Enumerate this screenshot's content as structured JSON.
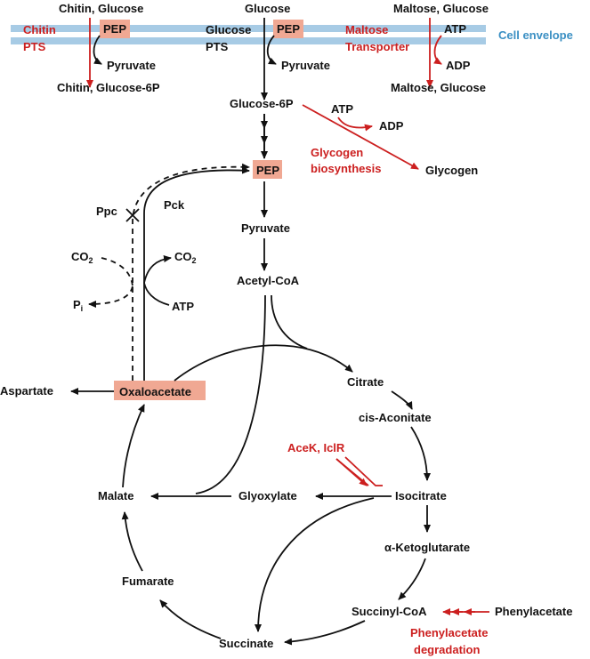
{
  "envelope": {
    "label": "Cell envelope"
  },
  "colors": {
    "membrane": "#a7cbe5",
    "highlight": "#f0a893",
    "enzyme": "#cc1f1f",
    "envelope_text": "#3a8fc3"
  },
  "transport": {
    "chitin_pts": {
      "inputs": "Chitin, Glucose",
      "enzyme_line1": "Chitin",
      "enzyme_line2": "PTS",
      "pep": "PEP",
      "pyruvate": "Pyruvate",
      "outputs": "Chitin, Glucose-6P"
    },
    "glucose_pts": {
      "input": "Glucose",
      "system_line1": "Glucose",
      "system_line2": "PTS",
      "pep": "PEP",
      "pyruvate": "Pyruvate"
    },
    "maltose": {
      "inputs": "Maltose, Glucose",
      "enzyme_line1": "Maltose",
      "enzyme_line2": "Transporter",
      "atp": "ATP",
      "adp": "ADP",
      "outputs": "Maltose, Glucose"
    }
  },
  "glycolysis": {
    "g6p": "Glucose-6P",
    "pep": "PEP",
    "pyruvate": "Pyruvate",
    "acetyl_coa": "Acetyl-CoA"
  },
  "glycogen": {
    "atp": "ATP",
    "adp": "ADP",
    "enzyme_line1": "Glycogen",
    "enzyme_line2": "biosynthesis",
    "product": "Glycogen"
  },
  "anaplerotic": {
    "ppc": "Ppc",
    "pck": "Pck",
    "co2_in_main": "CO",
    "co2_in_sub": "2",
    "co2_out_main": "CO",
    "co2_out_sub": "2",
    "pi_main": "P",
    "pi_sub": "i",
    "atp": "ATP"
  },
  "tca": {
    "aspartate": "Aspartate",
    "oxaloacetate": "Oxaloacetate",
    "citrate": "Citrate",
    "cis_aconitate": "cis-Aconitate",
    "isocitrate": "Isocitrate",
    "alpha_kg": "α-Ketoglutarate",
    "succinyl_coa": "Succinyl-CoA",
    "succinate": "Succinate",
    "fumarate": "Fumarate",
    "malate": "Malate",
    "glyoxylate": "Glyoxylate"
  },
  "regulation": {
    "label": "AceK, IclR"
  },
  "phenylacetate": {
    "substrate": "Phenylacetate",
    "enzyme_line1": "Phenylacetate",
    "enzyme_line2": "degradation"
  }
}
